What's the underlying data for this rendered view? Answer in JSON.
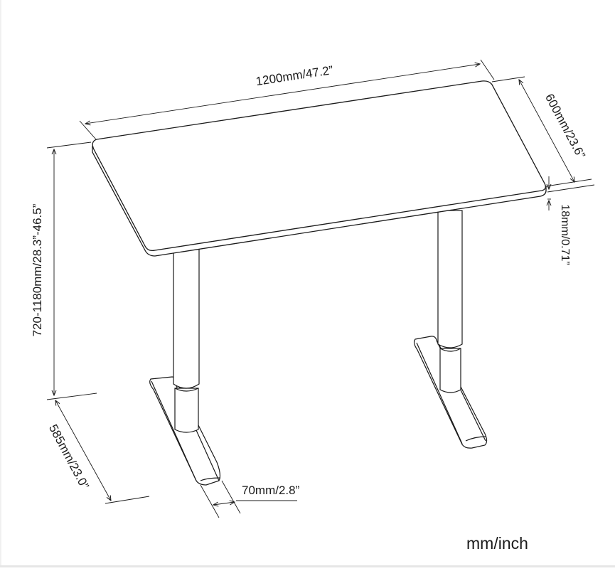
{
  "dimensions": {
    "width": "1200mm/47.2”",
    "depth": "600mm/23.6”",
    "thickness": "18mm/0.71”",
    "height": "720-1180mm/28.3”-46.5”",
    "foot_length": "585mm/23.0”",
    "foot_width": "70mm/2.8”"
  },
  "units_caption": "mm/inch",
  "colors": {
    "line": "#1a1a1a",
    "text": "#1a1a1a",
    "background": "#ffffff"
  }
}
